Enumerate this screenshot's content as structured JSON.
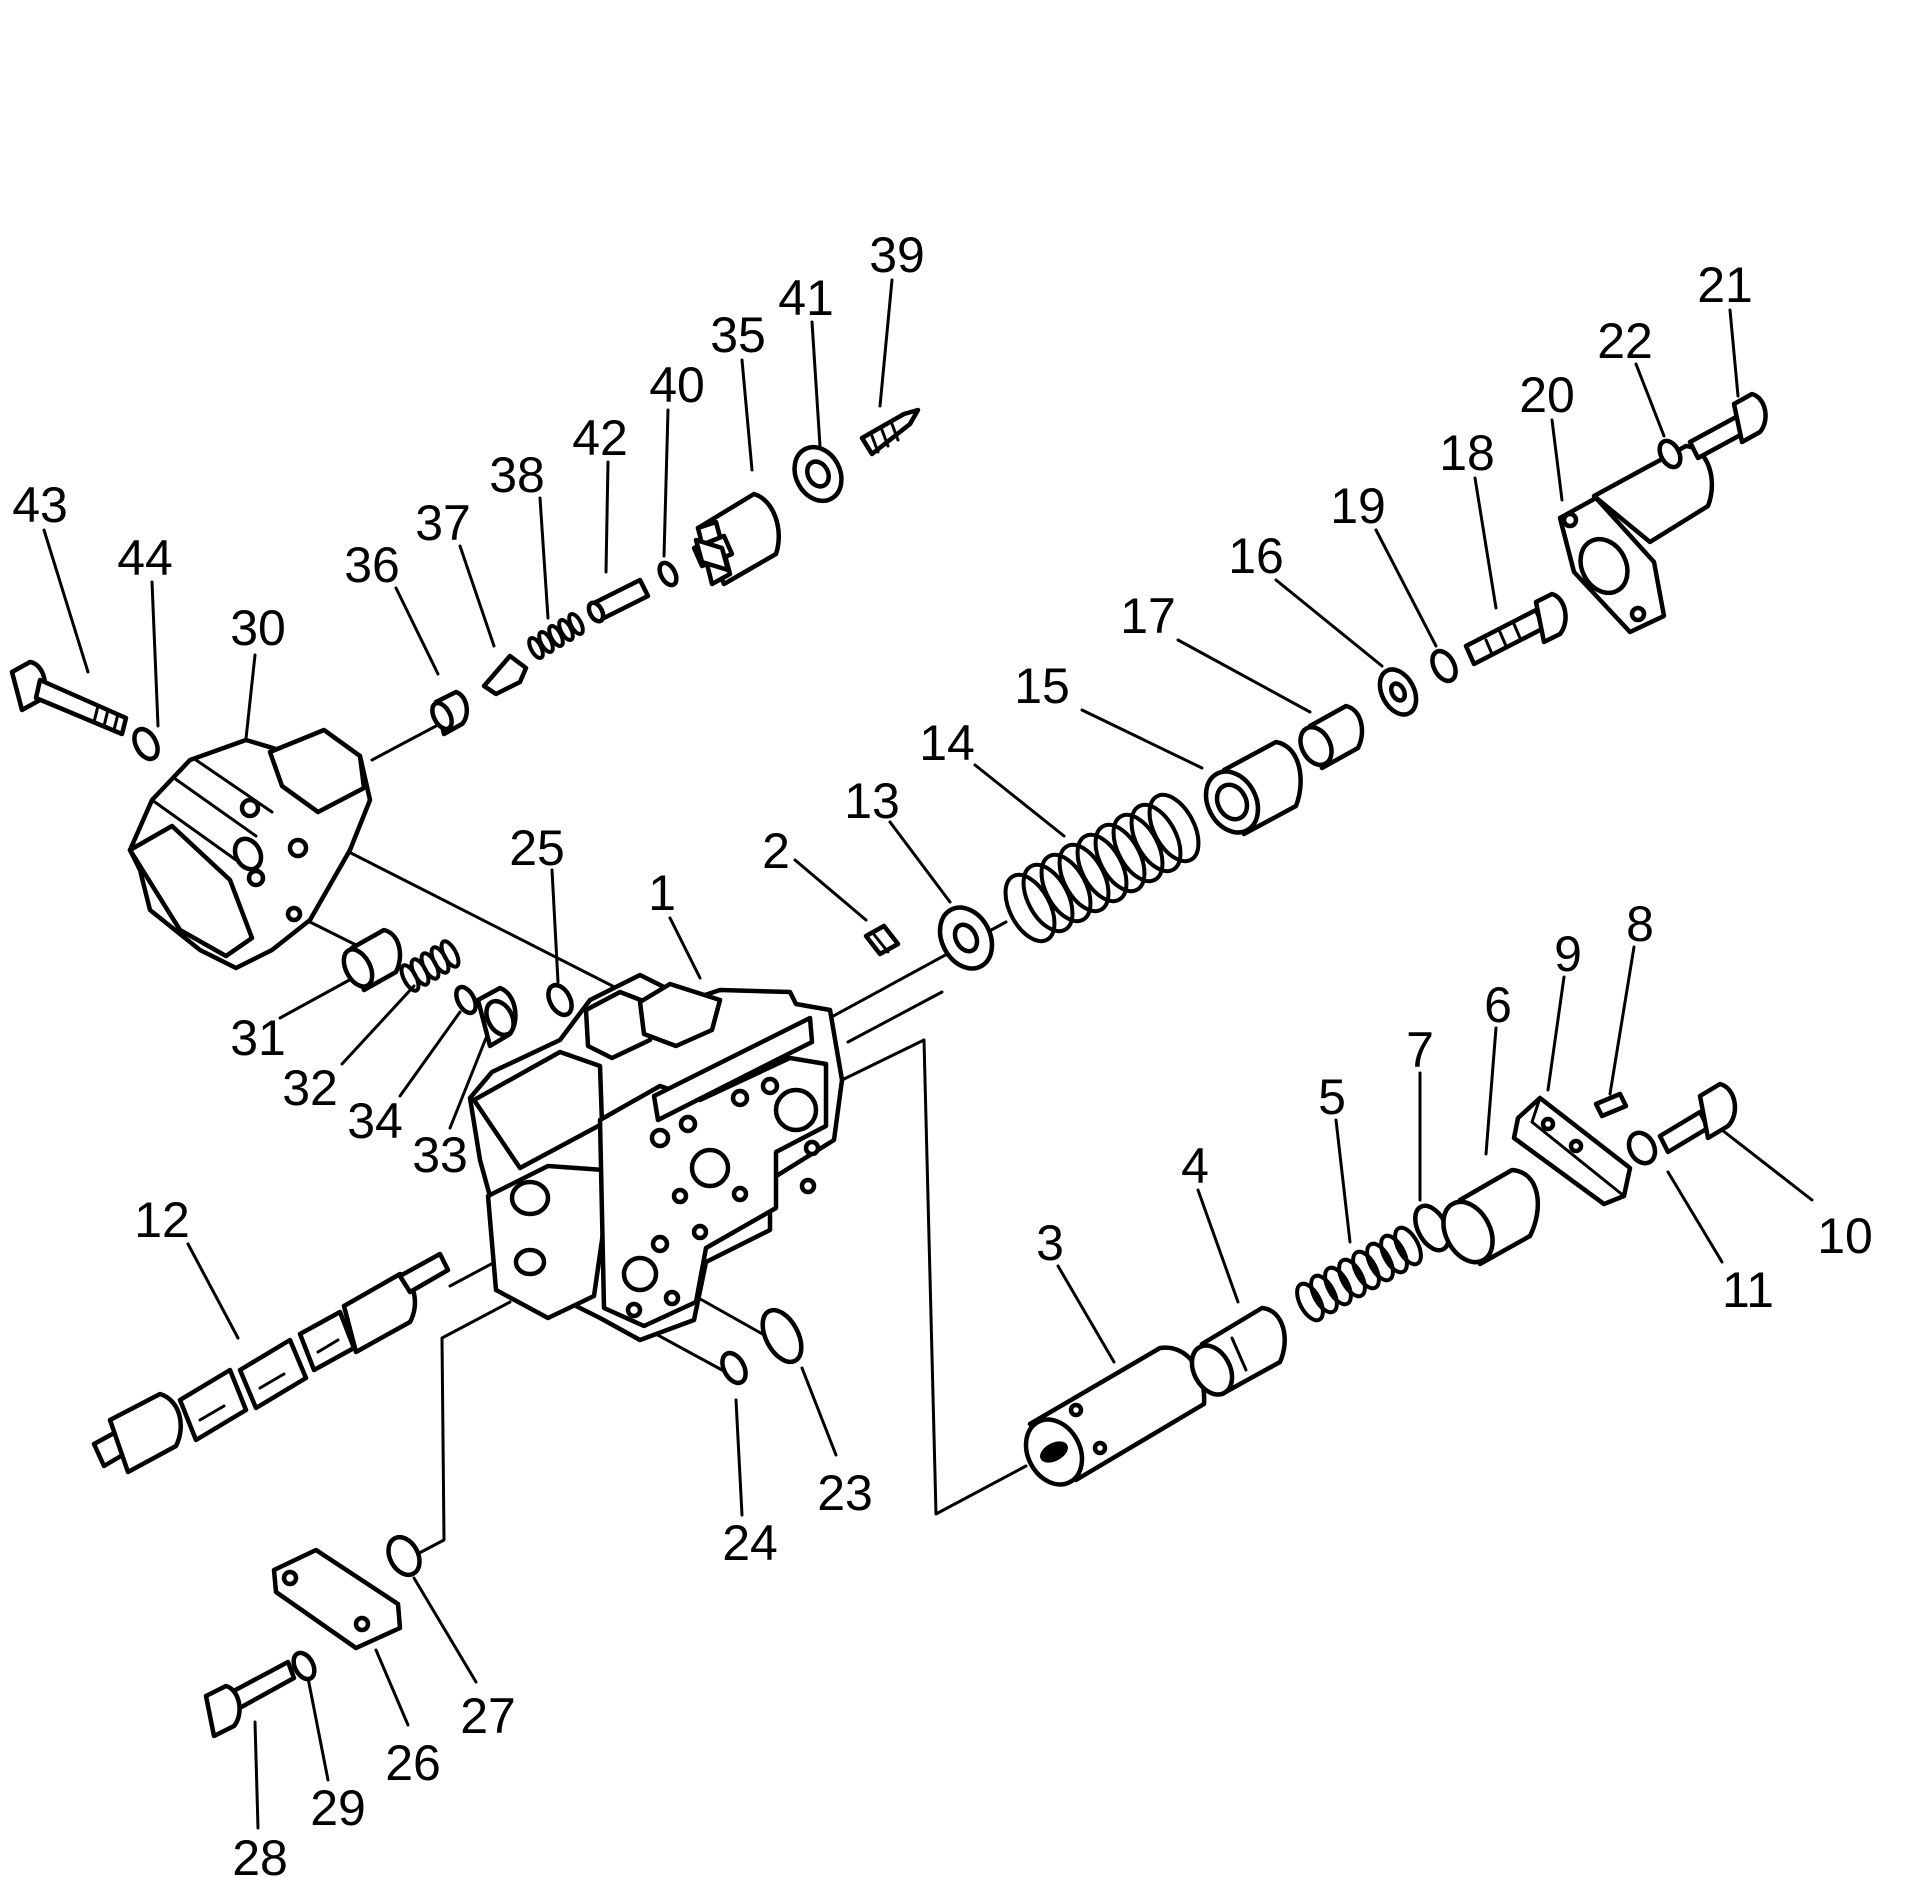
{
  "diagram": {
    "type": "exploded-parts-view",
    "line_color": "#000000",
    "background_color": "#ffffff",
    "callouts": [
      "1",
      "2",
      "3",
      "4",
      "5",
      "6",
      "7",
      "8",
      "9",
      "10",
      "11",
      "12",
      "13",
      "14",
      "15",
      "16",
      "17",
      "18",
      "19",
      "20",
      "21",
      "22",
      "23",
      "24",
      "25",
      "26",
      "27",
      "28",
      "29",
      "30",
      "31",
      "32",
      "33",
      "34",
      "35",
      "36",
      "37",
      "38",
      "39",
      "40",
      "41",
      "42",
      "43",
      "44"
    ]
  }
}
